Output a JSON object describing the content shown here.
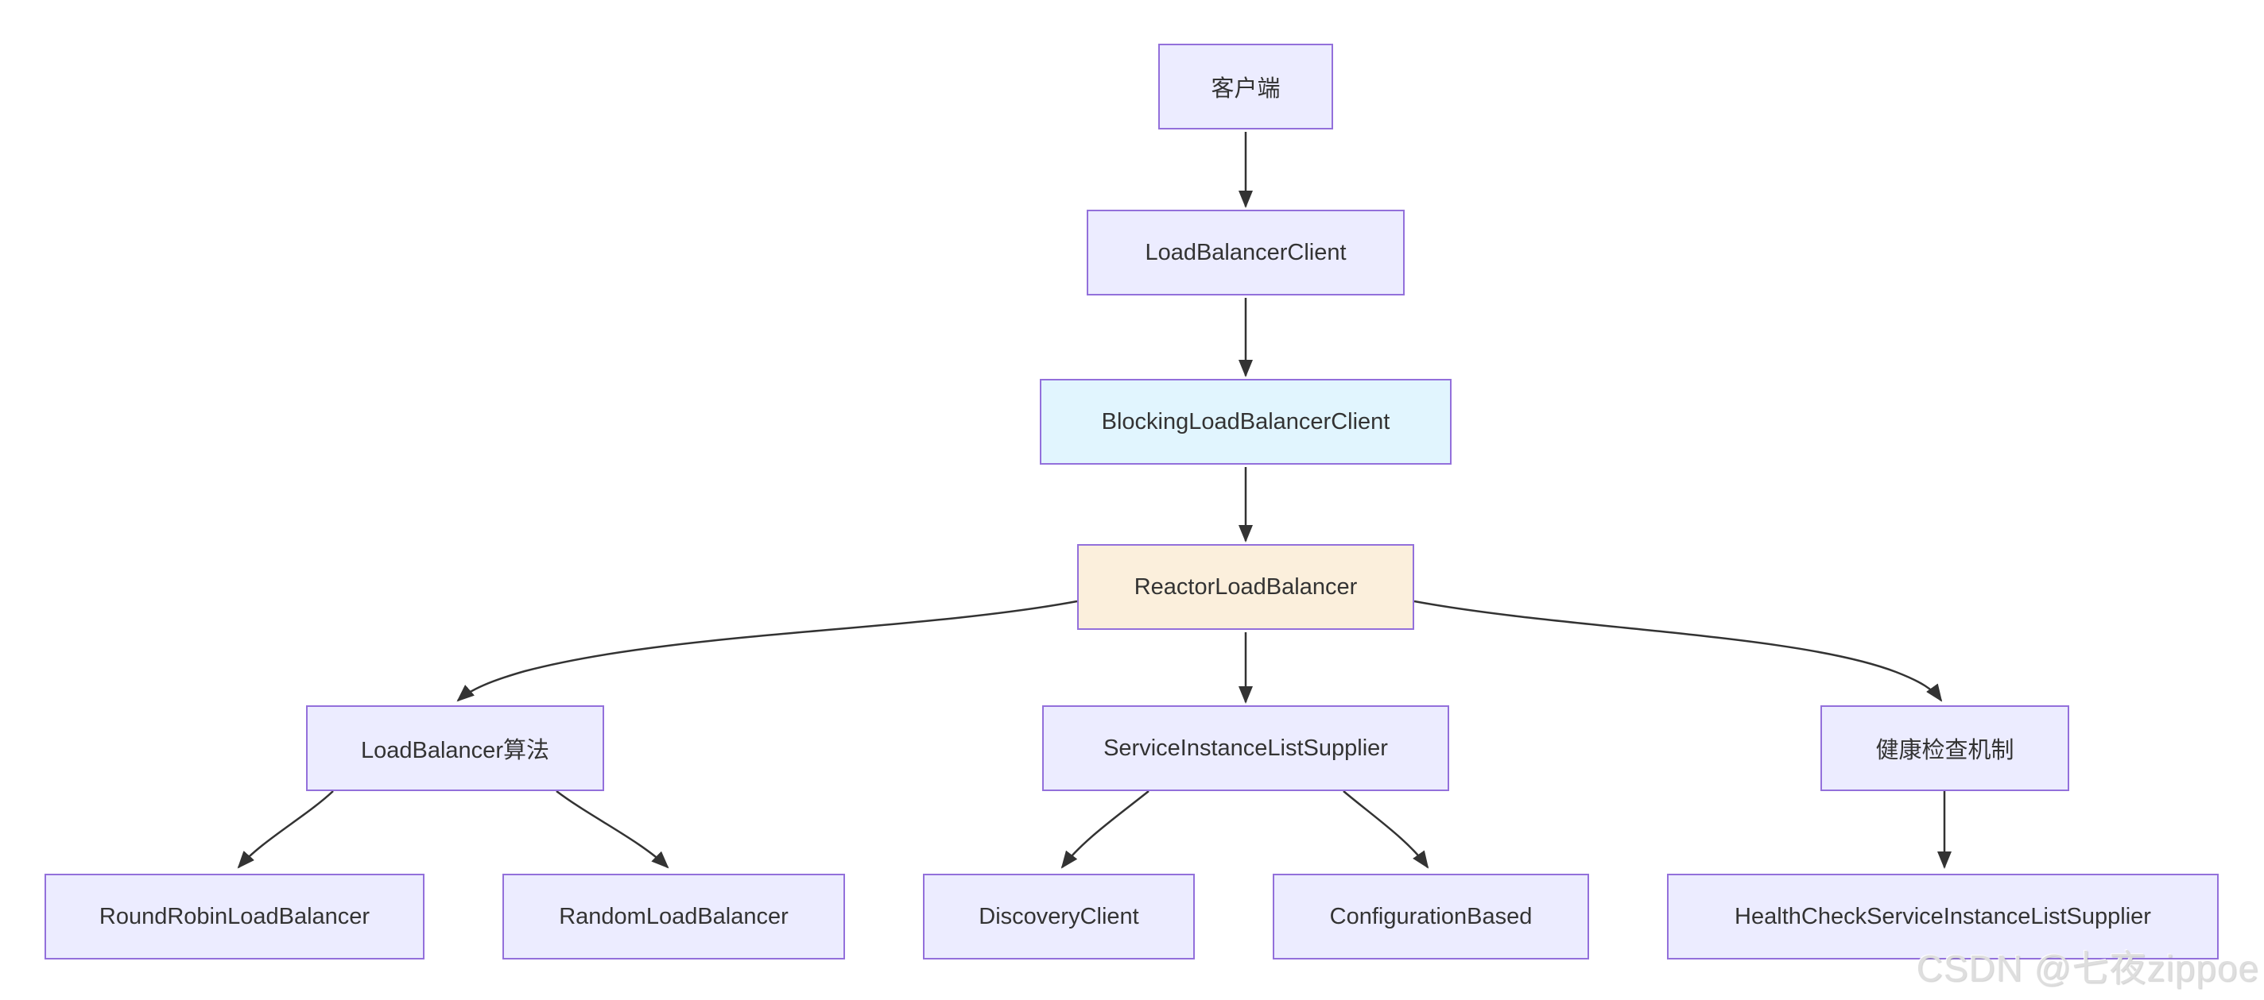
{
  "diagram": {
    "nodes": {
      "client": {
        "label": "客户端"
      },
      "lb_client": {
        "label": "LoadBalancerClient"
      },
      "blocking_client": {
        "label": "BlockingLoadBalancerClient"
      },
      "reactor": {
        "label": "ReactorLoadBalancer"
      },
      "algo": {
        "label": "LoadBalancer算法"
      },
      "supplier": {
        "label": "ServiceInstanceListSupplier"
      },
      "health": {
        "label": "健康检查机制"
      },
      "round_robin": {
        "label": "RoundRobinLoadBalancer"
      },
      "random": {
        "label": "RandomLoadBalancer"
      },
      "discovery": {
        "label": "DiscoveryClient"
      },
      "config": {
        "label": "ConfigurationBased"
      },
      "health_impl": {
        "label": "HealthCheckServiceInstanceListSupplier"
      }
    },
    "edges": [
      {
        "from": "客户端",
        "to": "LoadBalancerClient"
      },
      {
        "from": "LoadBalancerClient",
        "to": "BlockingLoadBalancerClient"
      },
      {
        "from": "BlockingLoadBalancerClient",
        "to": "ReactorLoadBalancer"
      },
      {
        "from": "ReactorLoadBalancer",
        "to": "LoadBalancer算法"
      },
      {
        "from": "ReactorLoadBalancer",
        "to": "ServiceInstanceListSupplier"
      },
      {
        "from": "ReactorLoadBalancer",
        "to": "健康检查机制"
      },
      {
        "from": "LoadBalancer算法",
        "to": "RoundRobinLoadBalancer"
      },
      {
        "from": "LoadBalancer算法",
        "to": "RandomLoadBalancer"
      },
      {
        "from": "ServiceInstanceListSupplier",
        "to": "DiscoveryClient"
      },
      {
        "from": "ServiceInstanceListSupplier",
        "to": "ConfigurationBased"
      },
      {
        "from": "健康检查机制",
        "to": "HealthCheckServiceInstanceListSupplier"
      }
    ],
    "colors": {
      "node_fill": "#ECECFF",
      "node_border": "#9370DB",
      "highlight_blue_fill": "#E1F5FE",
      "highlight_orange_fill": "#FBEFDC",
      "edge_stroke": "#333333",
      "text": "#333333",
      "background": "#FFFFFF"
    }
  },
  "watermark": {
    "text": "CSDN @七夜zippoe",
    "color": "#DEDEDE"
  }
}
